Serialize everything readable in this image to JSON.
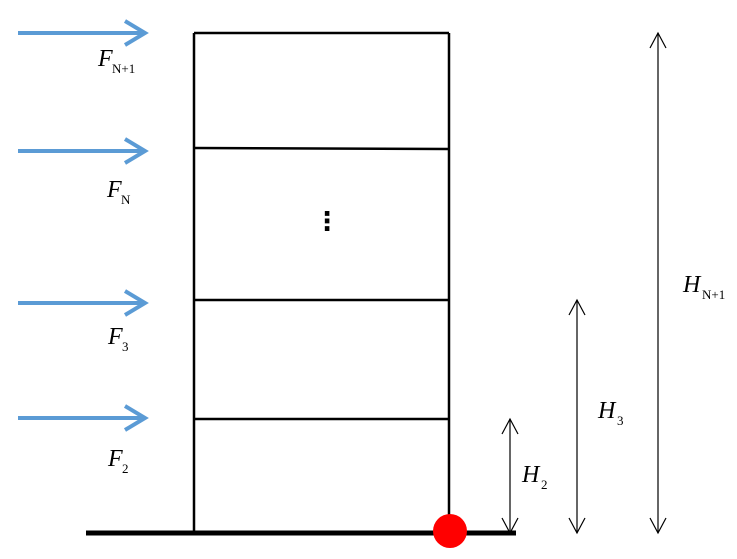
{
  "labels": {
    "f_n1": {
      "main": "F",
      "sub": "N+1"
    },
    "f_n": {
      "main": "F",
      "sub": "N"
    },
    "f_3": {
      "main": "F",
      "sub": "3"
    },
    "f_2": {
      "main": "F",
      "sub": "2"
    },
    "h_n1": {
      "main": "H",
      "sub": "N+1"
    },
    "h_3": {
      "main": "H",
      "sub": "3"
    },
    "h_2": {
      "main": "H",
      "sub": "2"
    },
    "ellipsis": "⋮"
  },
  "colors": {
    "force_arrow": "#5b9bd5",
    "structure": "#000000",
    "support": "#ff0000",
    "dimension": "#000000"
  }
}
